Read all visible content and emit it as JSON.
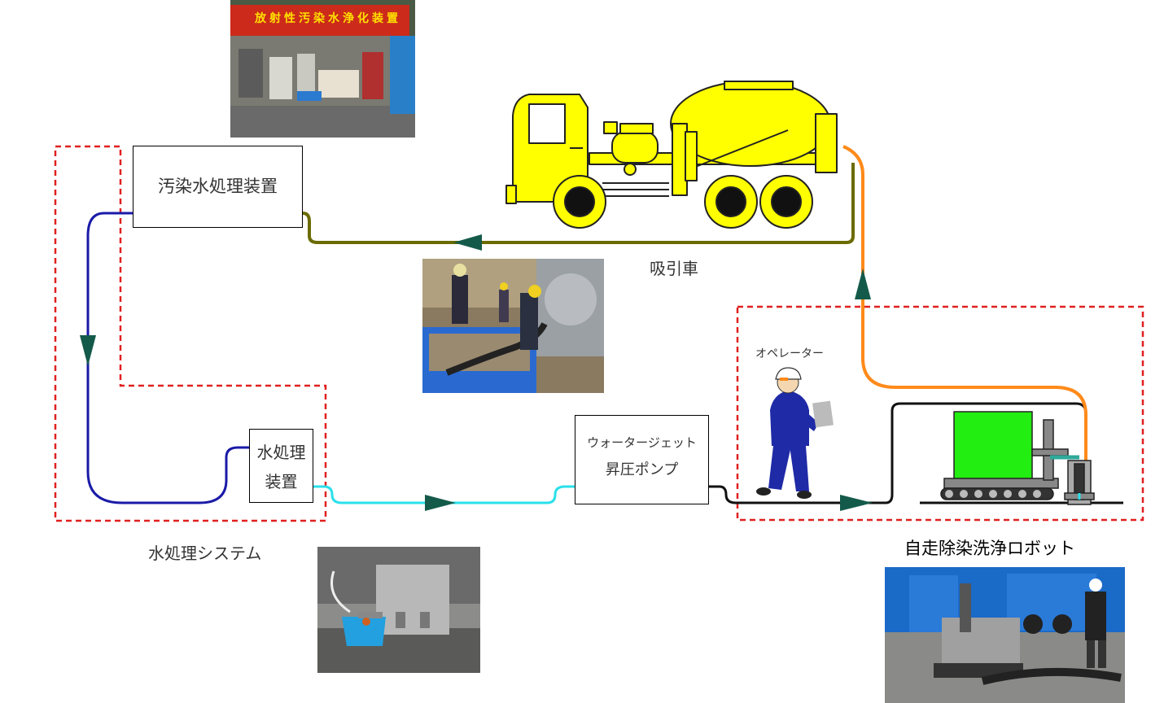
{
  "labels": {
    "treatment_unit": "汚染水処理装置",
    "water_unit_line1": "水処理",
    "water_unit_line2": "装置",
    "pump_line1": "ウォータージェット",
    "pump_line2": "昇圧ポンプ",
    "suction_truck": "吸引車",
    "water_system": "水処理システム",
    "operator": "オペレーター",
    "robot": "自走除染洗浄ロボット"
  },
  "banner_text": "放射性汚染水浄化装置",
  "colors": {
    "dashed_frame": "#e02020",
    "pipe_olive": "#6b6b00",
    "pipe_blue": "#1a1aa8",
    "pipe_cyan": "#2ae0ea",
    "pipe_orange": "#ff8a1a",
    "pipe_black": "#111111",
    "arrow": "#145a4a",
    "truck": "#ffff00",
    "robot_body": "#22ee11"
  }
}
